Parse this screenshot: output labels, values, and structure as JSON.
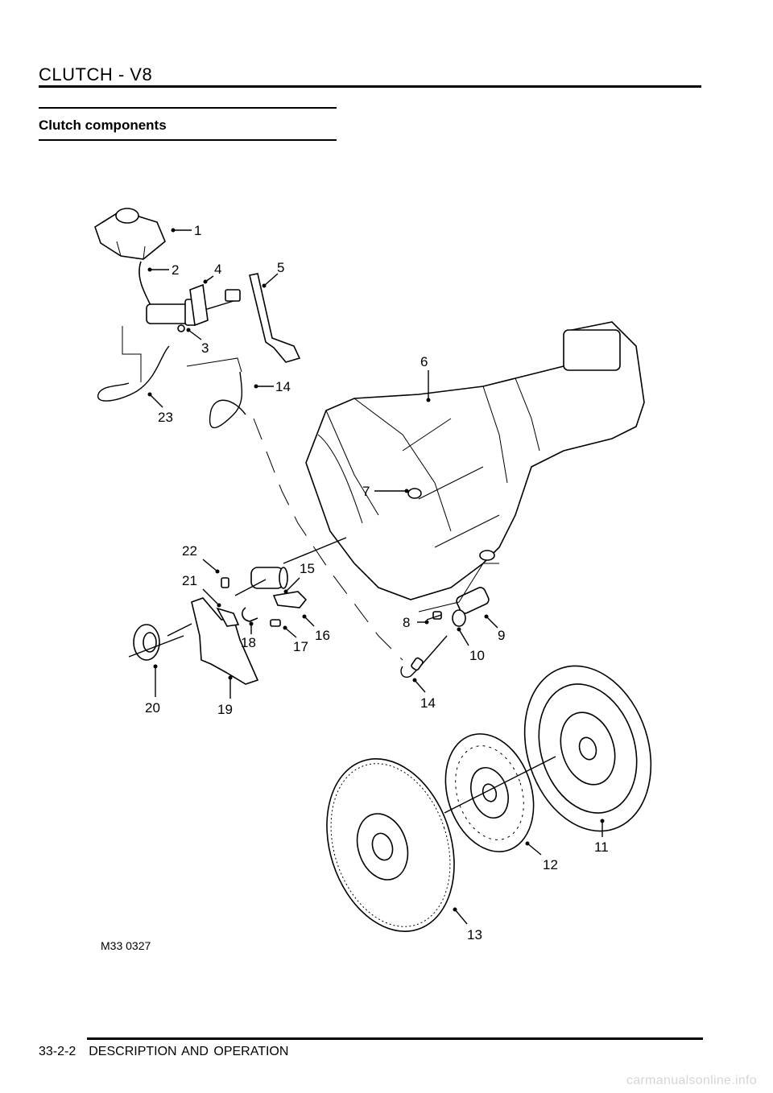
{
  "header": {
    "title": "CLUTCH - V8"
  },
  "section": {
    "title": "Clutch components"
  },
  "figure": {
    "reference": "M33 0327",
    "callouts": [
      "1",
      "2",
      "3",
      "4",
      "5",
      "6",
      "7",
      "8",
      "9",
      "10",
      "11",
      "12",
      "13",
      "14",
      "14",
      "15",
      "16",
      "17",
      "18",
      "19",
      "20",
      "21",
      "22",
      "23"
    ]
  },
  "footer": {
    "page_number": "33-2-2",
    "section_label": "DESCRIPTION AND OPERATION"
  },
  "watermark": {
    "text": "carmanualsonline.info"
  }
}
